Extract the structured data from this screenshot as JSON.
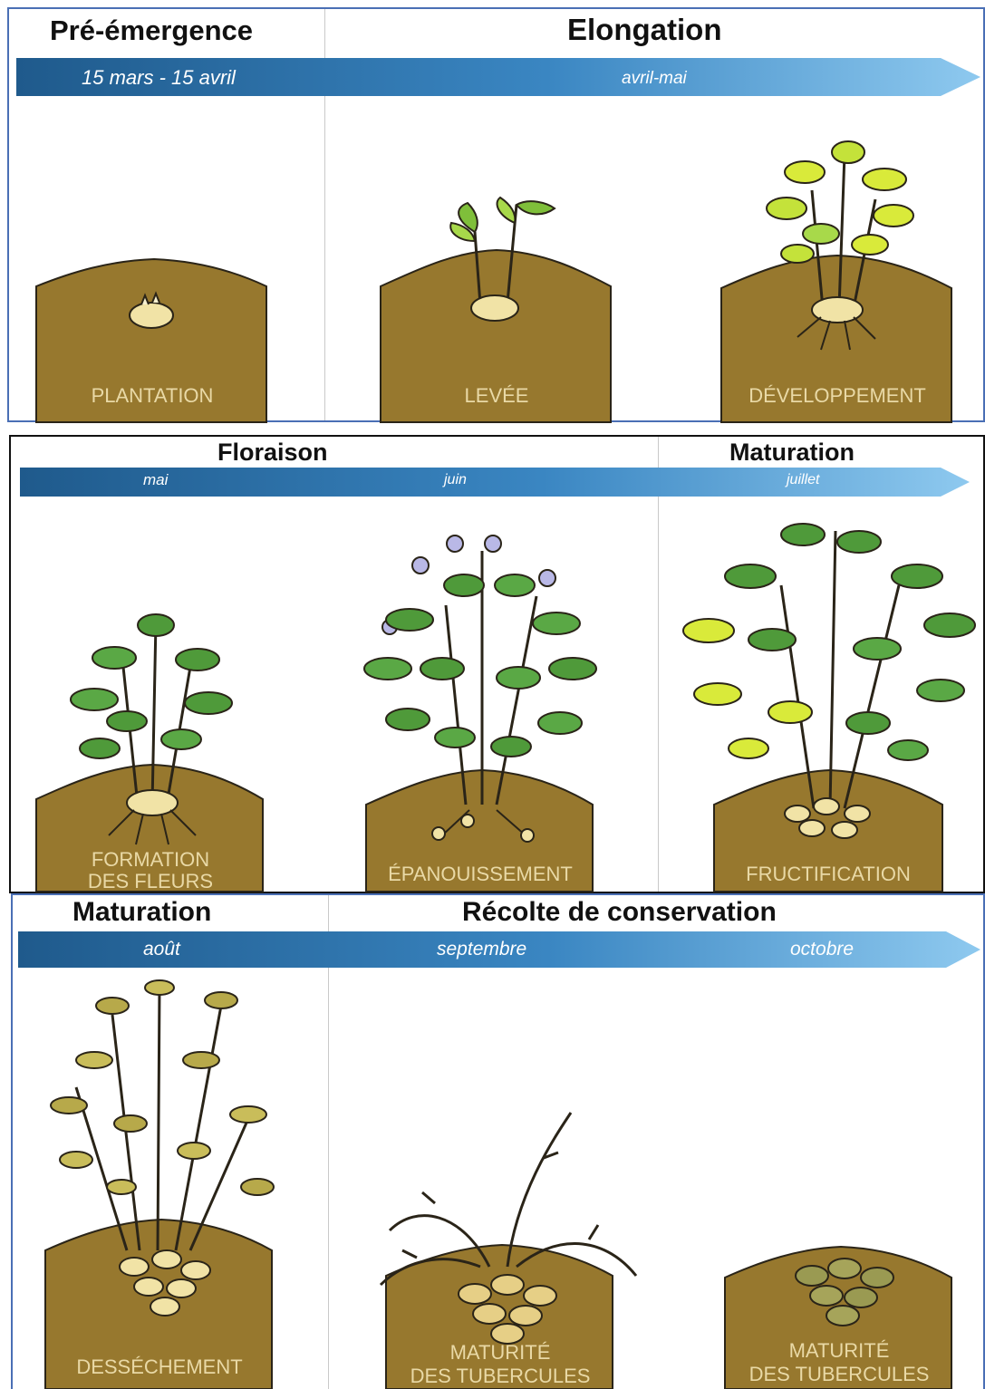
{
  "panels": [
    {
      "phases": [
        "Pré-émergence",
        "Elongation"
      ],
      "bar_labels": [
        "15 mars - 15 avril",
        "avril-mai"
      ],
      "stages": [
        {
          "label_lines": [
            "PLANTATION"
          ]
        },
        {
          "label_lines": [
            "LEVÉE"
          ]
        },
        {
          "label_lines": [
            "DÉVELOPPEMENT"
          ]
        }
      ]
    },
    {
      "phases": [
        "Floraison",
        "Maturation"
      ],
      "bar_labels": [
        "mai",
        "juin",
        "juillet"
      ],
      "stages": [
        {
          "label_lines": [
            "FORMATION",
            "DES FLEURS"
          ]
        },
        {
          "label_lines": [
            "ÉPANOUISSEMENT"
          ]
        },
        {
          "label_lines": [
            "FRUCTIFICATION"
          ]
        }
      ]
    },
    {
      "phases": [
        "Maturation",
        "Récolte de conservation"
      ],
      "bar_labels": [
        "août",
        "septembre",
        "octobre"
      ],
      "stages": [
        {
          "label_lines": [
            "DESSÉCHEMENT"
          ]
        },
        {
          "label_lines": [
            "MATURITÉ",
            "DES TUBERCULES"
          ]
        },
        {
          "label_lines": [
            "MATURITÉ",
            "DES TUBERCULES"
          ]
        }
      ]
    }
  ],
  "colors": {
    "bar_dark": "#1f5a8c",
    "bar_light": "#8ec9ef",
    "soil": "#97782e",
    "leaf_green": "#4f9a3a",
    "leaf_yellow": "#d9ea3a",
    "leaf_dry": "#b7a94a",
    "tuber": "#f1e3a6",
    "label_text": "#e9d9a6"
  }
}
